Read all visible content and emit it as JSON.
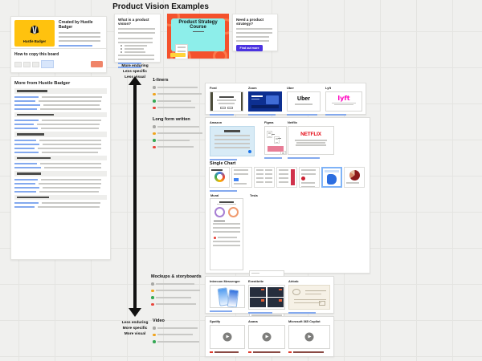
{
  "page": {
    "title": "Product Vision Examples"
  },
  "creator_card": {
    "title": "Created by Hustle Badger",
    "logo_text": "Hustle Badger"
  },
  "copy_card": {
    "title": "How to copy this board"
  },
  "more_card": {
    "title": "More from Hustle Badger"
  },
  "what_card": {
    "title": "What is a product vision?"
  },
  "course_card": {
    "title": "Product Strategy Course"
  },
  "need_card": {
    "title": "Need a product strategy?",
    "button_label": "Find out more"
  },
  "axis": {
    "top_lines": [
      "More enduring",
      "Less specific",
      "Less visual"
    ],
    "bottom_lines": [
      "Less enduring",
      "More specific",
      "More visual"
    ]
  },
  "sections": {
    "one_liners": {
      "label": "1-liners",
      "cards": [
        {
          "label": "Ford"
        },
        {
          "label": "Zoom"
        },
        {
          "label": "Uber",
          "logo_text": "Uber"
        },
        {
          "label": "Lyft",
          "logo_text": "lyft"
        }
      ]
    },
    "long_form": {
      "label": "Long form written",
      "cards": [
        {
          "label": "Amazon"
        },
        {
          "label": "Figma"
        },
        {
          "label": "Netflix",
          "logo_text": "NETFLIX"
        }
      ]
    },
    "single_chart": {
      "label": "Single Chart"
    },
    "visual": {
      "cards": [
        {
          "label": "Mural"
        },
        {
          "label": "Tesla"
        }
      ]
    },
    "mockups": {
      "label": "Mockups & storyboards",
      "cards": [
        {
          "label": "Intercom Messenger"
        },
        {
          "label": "Eventbrite"
        },
        {
          "label": "Airbnb"
        }
      ]
    },
    "video": {
      "label": "Video",
      "cards": [
        {
          "label": "Spotify"
        },
        {
          "label": "Asana"
        },
        {
          "label": "Microsoft 365 Copilot"
        }
      ]
    }
  },
  "colors": {
    "badger_yellow": "#ffc20e",
    "course_orange": "#f4512c",
    "course_cyan": "#8deeea",
    "cta_indigo": "#4b33e0",
    "netflix_red": "#e50914",
    "lyft_pink": "#ff00bf",
    "link_blue": "#2f6fde"
  }
}
